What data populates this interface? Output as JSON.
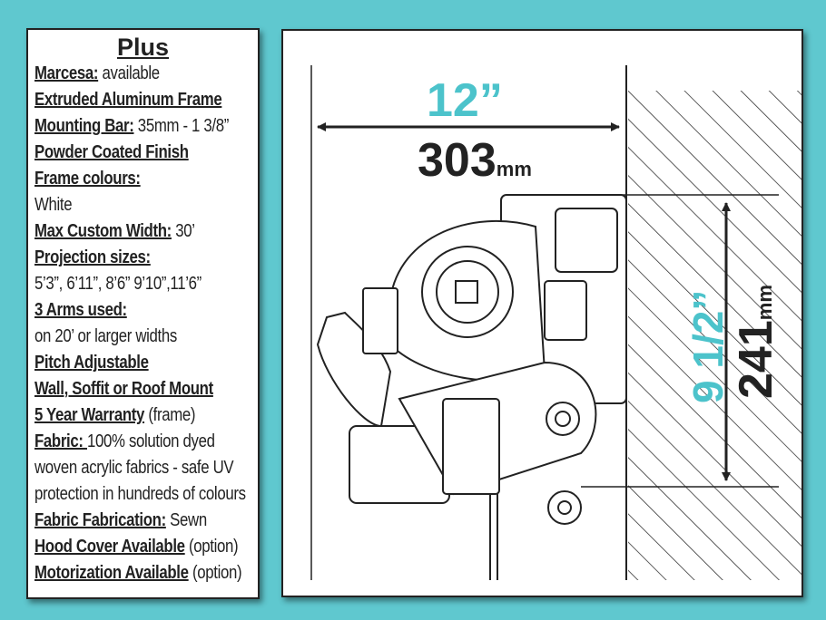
{
  "specs": {
    "title": "Plus",
    "rows": [
      {
        "label": "Marcesa:",
        "value": " available"
      },
      {
        "label": "Extruded Aluminum Frame",
        "value": ""
      },
      {
        "label": "Mounting Bar:",
        "value": " 35mm - 1 3/8”"
      },
      {
        "label": "Powder Coated Finish",
        "value": ""
      },
      {
        "label": "Frame colours:",
        "value": ""
      },
      {
        "label": "",
        "value": "White"
      },
      {
        "label": "Max Custom Width:",
        "value": " 30’"
      },
      {
        "label": "Projection sizes:",
        "value": ""
      },
      {
        "label": "",
        "value": "5’3”, 6’11”, 8’6” 9’10”,11’6”"
      },
      {
        "label": "3 Arms used:",
        "value": ""
      },
      {
        "label": "",
        "value": "on 20’ or larger widths"
      },
      {
        "label": "Pitch Adjustable",
        "value": ""
      },
      {
        "label": "Wall, Soffit or Roof Mount",
        "value": ""
      },
      {
        "label": "5  Year Warranty",
        "value": " (frame)"
      },
      {
        "label": "Fabric: ",
        "value": "100% solution dyed"
      },
      {
        "label": "",
        "value": "woven acrylic fabrics - safe UV"
      },
      {
        "label": "",
        "value": "protection in hundreds of colours"
      },
      {
        "label": "Fabric Fabrication:",
        "value": " Sewn"
      },
      {
        "label": "Hood Cover Available",
        "value": " (option)"
      },
      {
        "label": "Motorization Available",
        "value": " (option)"
      }
    ]
  },
  "diagram": {
    "width_in": "12”",
    "width_mm": "303",
    "height_in": "9 1/2”",
    "height_mm": "241",
    "mm_unit": "mm",
    "accent": "#4cc3cb"
  }
}
